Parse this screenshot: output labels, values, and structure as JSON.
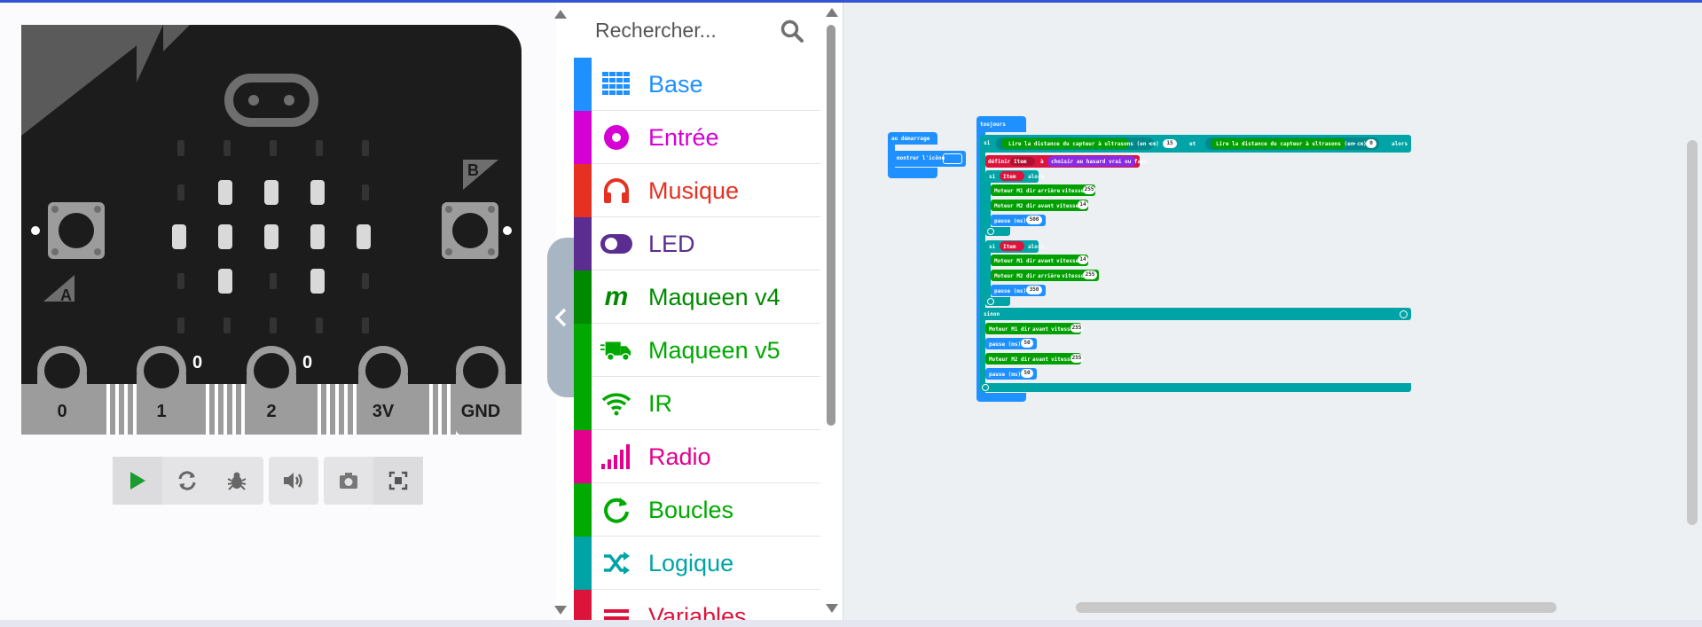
{
  "toolbox": {
    "search_placeholder": "Rechercher...",
    "categories": [
      {
        "label": "Base",
        "color": "#1e90ff",
        "icon": "grid-icon"
      },
      {
        "label": "Entrée",
        "color": "#d400d4",
        "icon": "circle-dot-icon"
      },
      {
        "label": "Musique",
        "color": "#e63022",
        "icon": "headphones-icon"
      },
      {
        "label": "LED",
        "color": "#5c2d91",
        "icon": "toggle-icon"
      },
      {
        "label": "Maqueen v4",
        "color": "#008a00",
        "icon": "maqueen-m-icon"
      },
      {
        "label": "Maqueen v5",
        "color": "#00a800",
        "icon": "truck-icon"
      },
      {
        "label": "IR",
        "color": "#00a800",
        "icon": "wifi-icon"
      },
      {
        "label": "Radio",
        "color": "#e3008c",
        "icon": "signal-bars-icon"
      },
      {
        "label": "Boucles",
        "color": "#00aa00",
        "icon": "loop-arrow-icon"
      },
      {
        "label": "Logique",
        "color": "#00a4a6",
        "icon": "shuffle-icon"
      },
      {
        "label": "Variables",
        "color": "#dc143c",
        "icon": "list-lines-icon"
      }
    ]
  },
  "simulator": {
    "pin_labels": [
      "0",
      "1",
      "2",
      "3V",
      "GND"
    ],
    "pin_values": [
      "0",
      "0"
    ],
    "button_a": "A",
    "button_b": "B",
    "controls": [
      {
        "name": "play-icon"
      },
      {
        "name": "restart-icon"
      },
      {
        "name": "debug-icon"
      },
      {
        "name": "volume-icon"
      },
      {
        "name": "screenshot-icon"
      },
      {
        "name": "fullscreen-icon"
      }
    ]
  },
  "workspace": {
    "on_start_label": "au démarrage",
    "show_icon_label": "montrer l'icône",
    "forever_label": "toujours",
    "if_label": "si",
    "then_label": "alors",
    "and_label": "et",
    "else_label": "sinon",
    "sensor_label": "Lire la distance du capteur à ultrasons (en cm)",
    "op_lt": "<",
    "op_gt": ">",
    "value_15": "15",
    "value_0": "0",
    "set_label": "définir",
    "var_name": "Item",
    "to_label": "à",
    "random_bool_label": "choisir au hasard vrai ou faux",
    "motor_m1": "Moteur M1",
    "motor_m2": "Moteur M2",
    "dir_label": "dir",
    "backward": "arrière",
    "forward": "avant",
    "speed_label": "vitesse",
    "pause_label": "pause (ms)",
    "v255": "255",
    "v14": "14",
    "v500": "500",
    "v350": "350",
    "v50": "50"
  }
}
